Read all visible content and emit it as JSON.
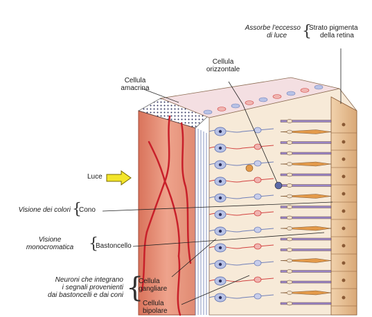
{
  "labels": {
    "assorbe_line1": "Assorbe l'eccesso",
    "assorbe_line2": "di luce",
    "strato_line1": "Strato pigmenta",
    "strato_line2": "della retina",
    "orizzontale_line1": "Cellula",
    "orizzontale_line2": "orizzontale",
    "amacrina_line1": "Cellula",
    "amacrina_line2": "amacrina",
    "luce": "Luce",
    "visione_colori": "Visione dei colori",
    "cono": "Cono",
    "monocromatica_line1": "Visione",
    "monocromatica_line2": "monocromatica",
    "bastoncello": "Bastoncello",
    "neuroni_line1": "Neuroni che integrano",
    "neuroni_line2": "i segnali provenienti",
    "neuroni_line3": "dai bastoncelli e dai coni",
    "gangliare_line1": "Cellula",
    "gangliare_line2": "gangliare",
    "bipolare_line1": "Cellula",
    "bipolare_line2": "bipolare"
  },
  "colors": {
    "tissue": "#e8917a",
    "tissue_dark": "#c9634e",
    "vessel": "#c8202a",
    "neuron_blue": "#6f7fb8",
    "neuron_red": "#d2413f",
    "cone_orange": "#e39a4a",
    "rod_purple": "#9a86c8",
    "pigment": "#e8c39a",
    "arrow_yellow": "#f3e52a"
  }
}
